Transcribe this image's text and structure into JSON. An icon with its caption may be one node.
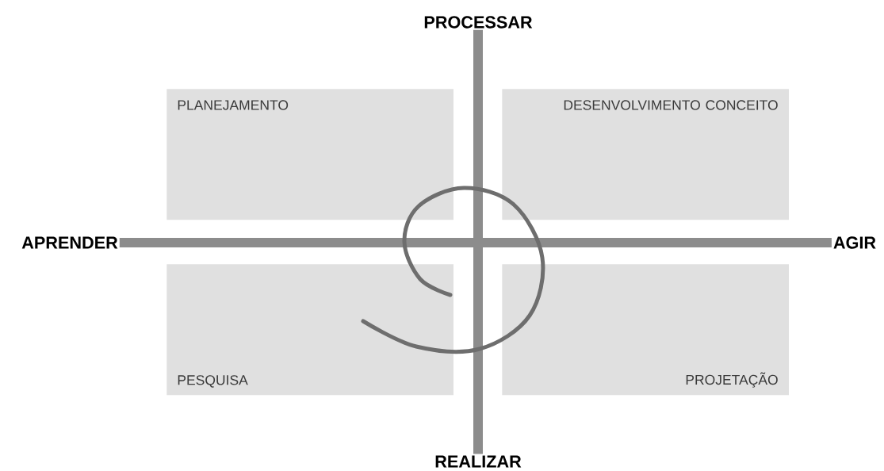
{
  "diagram": {
    "nodes": [
      {
        "text": [
          "PROCESSAR"
        ]
      },
      {
        "text": [
          "PLANEJAMENTO"
        ]
      },
      {
        "text": [
          "DESENVOLVIMENTO CONCEITO"
        ]
      },
      {
        "text": [
          "APRENDER"
        ]
      },
      {
        "text": [
          "AGIR"
        ]
      },
      {
        "text": [
          "PESQUISA"
        ]
      },
      {
        "text": [
          "PROJETAÇÃO"
        ]
      },
      {
        "text": [
          "REALIZAR"
        ]
      }
    ],
    "edges": [
      {
        "from": 3,
        "to": 4,
        "arrow": "none"
      },
      {
        "from": 0,
        "to": 7,
        "arrow": "none"
      }
    ]
  }
}
